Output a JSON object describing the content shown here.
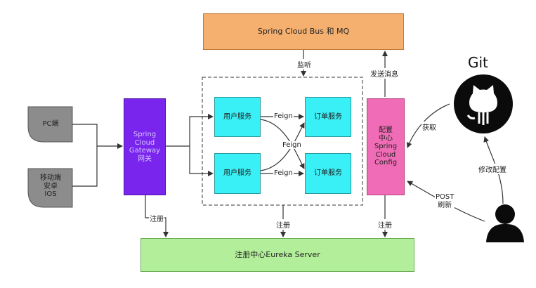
{
  "bus": {
    "label": "Spring Cloud Bus 和 MQ"
  },
  "eureka": {
    "label": "注册中心Eureka Server"
  },
  "gateway": {
    "lines": [
      "Spring",
      "Cloud",
      "Gateway",
      "网关"
    ]
  },
  "config": {
    "lines": [
      "配置",
      "中心",
      "Spring",
      "Cloud",
      "Config"
    ]
  },
  "services": {
    "user": "用户服务",
    "order": "订单服务"
  },
  "clients": {
    "pc": "PC端",
    "mobile_lines": [
      "移动端",
      "安卓",
      "IOS"
    ]
  },
  "edges": {
    "listen": "监听",
    "send_msg": "发送消息",
    "feign": "Feign",
    "fetch": "获取",
    "modify_config": "修改配置",
    "post_refresh_lines": [
      "POST",
      "刷新"
    ],
    "register": "注册"
  },
  "git": {
    "title": "Git"
  },
  "colors": {
    "bus": "#f5b070",
    "eureka": "#b3ef9b",
    "gateway": "#7a25ee",
    "config": "#f06cb6",
    "service": "#39f0f6",
    "client": "#8c8c8c"
  }
}
